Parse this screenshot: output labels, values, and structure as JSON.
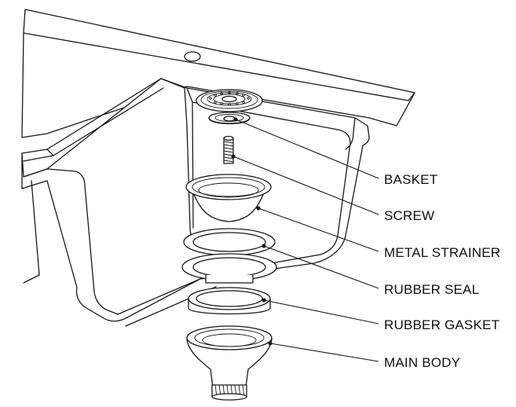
{
  "labels": {
    "basket": "BASKET",
    "screw": "SCREW",
    "metal_strainer": "METAL STRAINER",
    "rubber_seal": "RUBBER SEAL",
    "rubber_gasket": "RUBBER GASKET",
    "main_body": "MAIN BODY"
  },
  "colors": {
    "line": "#1a1a1a",
    "background": "#ffffff"
  }
}
